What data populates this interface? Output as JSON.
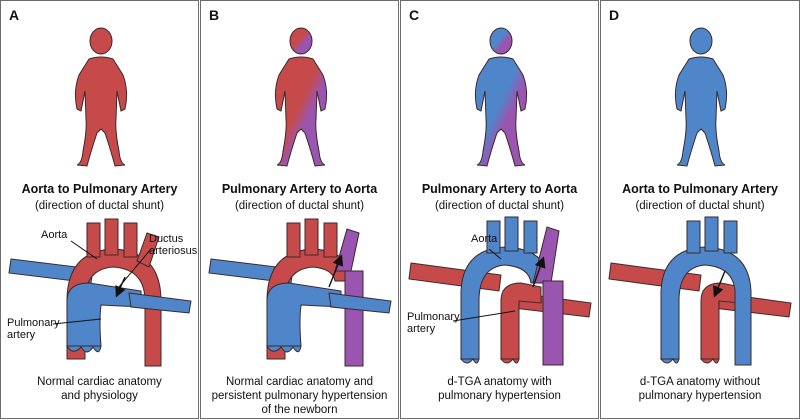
{
  "colors": {
    "oxygenated": "#c74a4a",
    "deoxygenated": "#4f86c9",
    "mixed": "#9a55b0",
    "outline": "#3a2a2a",
    "border": "#6d6d6d"
  },
  "panels": [
    {
      "letter": "A",
      "title": "Aorta to Pulmonary Artery",
      "subtitle": "(direction of ductal shunt)",
      "caption": "Normal cardiac anatomy\nand physiology",
      "labels": {
        "aorta": "Aorta",
        "ductus": "Ductus\narteriosus",
        "pulmonary": "Pulmonary\nartery"
      }
    },
    {
      "letter": "B",
      "title": "Pulmonary Artery to Aorta",
      "subtitle": "(direction of ductal shunt)",
      "caption": "Normal cardiac anatomy and\npersistent pulmonary hypertension\nof the newborn"
    },
    {
      "letter": "C",
      "title": "Pulmonary Artery to Aorta",
      "subtitle": "(direction of ductal shunt)",
      "caption": "d-TGA anatomy with\npulmonary hypertension",
      "labels": {
        "aorta": "Aorta",
        "pulmonary": "Pulmonary\nartery"
      }
    },
    {
      "letter": "D",
      "title": "Aorta to Pulmonary Artery",
      "subtitle": "(direction of ductal shunt)",
      "caption": "d-TGA anatomy without\npulmonary hypertension"
    }
  ]
}
